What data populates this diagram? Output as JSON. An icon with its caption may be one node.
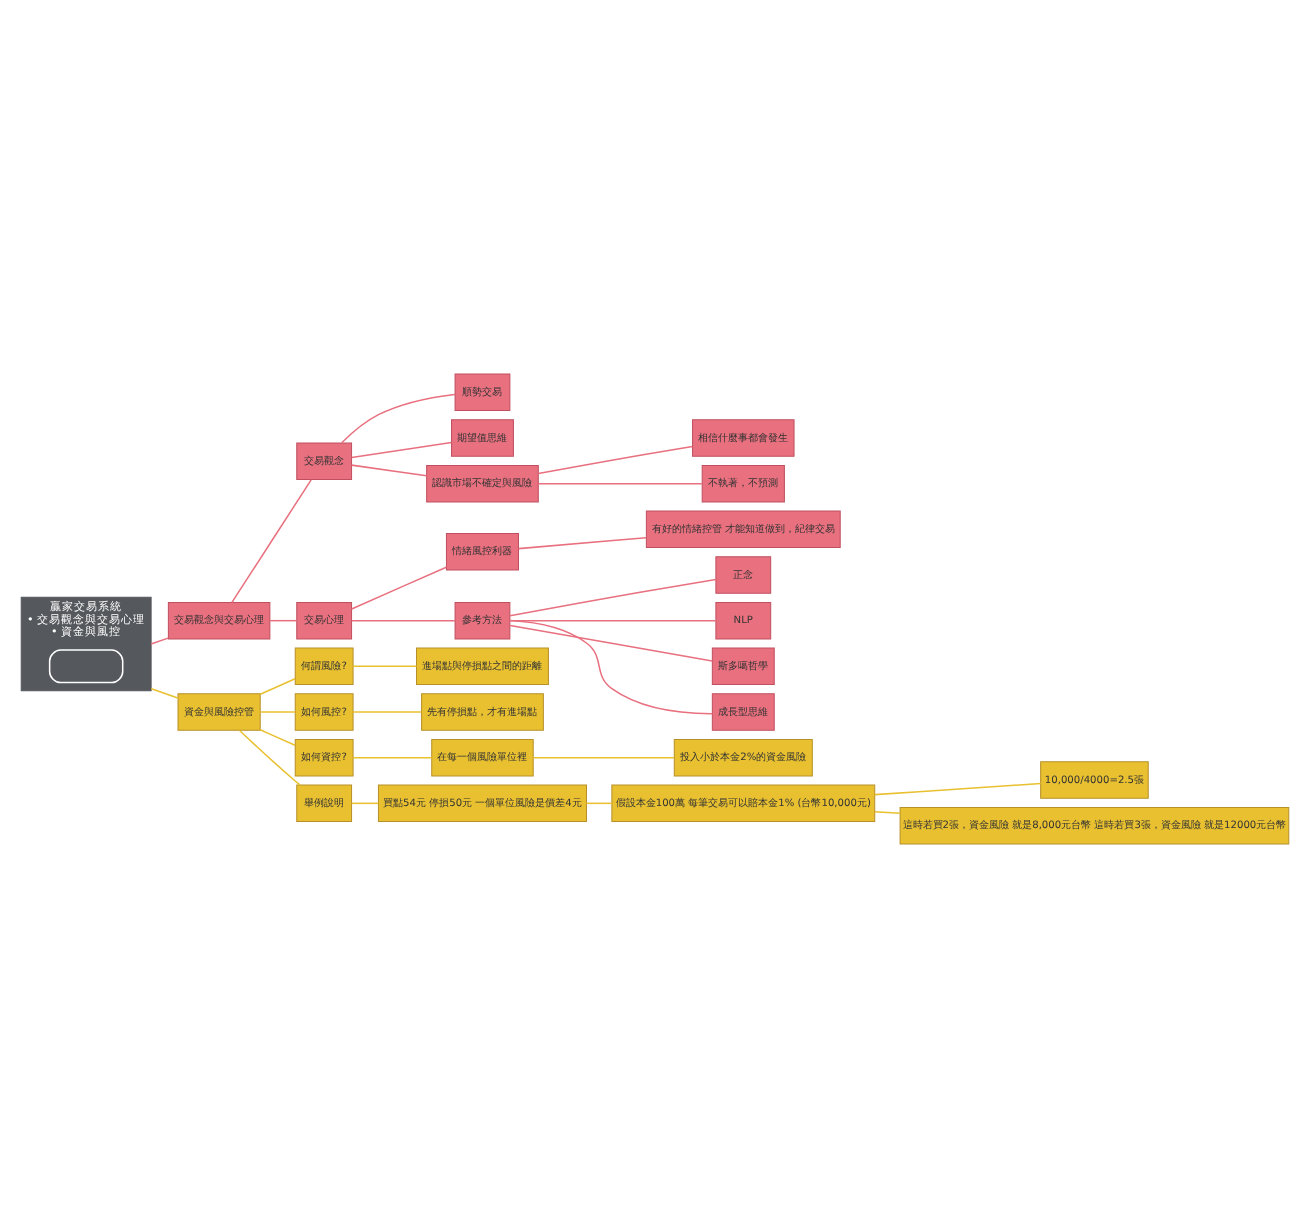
{
  "diagram": {
    "nodes": [
      {
        "text": [
          "贏家交易系統",
          "• 交易觀念與交易心理",
          "• 資金與風控"
        ]
      },
      {
        "text": [],
        "shape": "box",
        "in": 0
      },
      {
        "text": [
          "交易觀念與交易心理"
        ]
      },
      {
        "text": [
          "交易觀念"
        ]
      },
      {
        "text": [
          "順勢交易"
        ]
      },
      {
        "text": [
          "期望值思維"
        ]
      },
      {
        "text": [
          "認識市場不確定與風險"
        ]
      },
      {
        "text": [
          "相信什麼事都會發生"
        ]
      },
      {
        "text": [
          "不執著，不預測"
        ]
      },
      {
        "text": [
          "交易心理"
        ]
      },
      {
        "text": [
          "情緒風控利器"
        ]
      },
      {
        "text": [
          "有好的情緒控管 才能知道做到，紀律交易"
        ]
      },
      {
        "text": [
          "參考方法"
        ]
      },
      {
        "text": [
          "正念"
        ]
      },
      {
        "text": [
          "NLP"
        ]
      },
      {
        "text": [
          "斯多噶哲學"
        ]
      },
      {
        "text": [
          "成長型思維"
        ]
      },
      {
        "text": [
          "資金與風險控管"
        ]
      },
      {
        "text": [
          "何謂風險?"
        ]
      },
      {
        "text": [
          "進場點與停損點之間的距離"
        ]
      },
      {
        "text": [
          "如何風控?"
        ]
      },
      {
        "text": [
          "先有停損點，才有進場點"
        ]
      },
      {
        "text": [
          "如何資控?"
        ]
      },
      {
        "text": [
          "在每一個風險單位裡"
        ]
      },
      {
        "text": [
          "投入小於本金2%的資金風險"
        ]
      },
      {
        "text": [
          "舉例說明"
        ]
      },
      {
        "text": [
          "買點54元 停損50元 一個單位風險是價差4元"
        ]
      },
      {
        "text": [
          "假設本金100萬 每筆交易可以賠本金1% (台幣10,000元)"
        ]
      },
      {
        "text": [
          "10,000/4000=2.5張"
        ]
      },
      {
        "text": [
          "這時若買2張，資金風險 就是8,000元台幣 這時若買3張，資金風險 就是12000元台幣"
        ]
      }
    ],
    "edges": [
      {
        "from": 0,
        "to": 2,
        "arrow": "none"
      },
      {
        "from": 2,
        "to": 3,
        "arrow": "none"
      },
      {
        "from": 3,
        "to": 4,
        "arrow": "none"
      },
      {
        "from": 3,
        "to": 5,
        "arrow": "none"
      },
      {
        "from": 3,
        "to": 6,
        "arrow": "none"
      },
      {
        "from": 6,
        "to": 7,
        "arrow": "none"
      },
      {
        "from": 6,
        "to": 8,
        "arrow": "none"
      },
      {
        "from": 2,
        "to": 9,
        "arrow": "none"
      },
      {
        "from": 9,
        "to": 10,
        "arrow": "none"
      },
      {
        "from": 10,
        "to": 11,
        "arrow": "none"
      },
      {
        "from": 9,
        "to": 12,
        "arrow": "none"
      },
      {
        "from": 12,
        "to": 13,
        "arrow": "none"
      },
      {
        "from": 12,
        "to": 14,
        "arrow": "none"
      },
      {
        "from": 12,
        "to": 15,
        "arrow": "none"
      },
      {
        "from": 12,
        "to": 16,
        "arrow": "none"
      },
      {
        "from": 0,
        "to": 17,
        "arrow": "none",
        "color": "#e8c030"
      },
      {
        "from": 17,
        "to": 18,
        "arrow": "none",
        "color": "#e8c030"
      },
      {
        "from": 18,
        "to": 19,
        "arrow": "none",
        "color": "#e8c030"
      },
      {
        "from": 17,
        "to": 20,
        "arrow": "none",
        "color": "#e8c030"
      },
      {
        "from": 20,
        "to": 21,
        "arrow": "none",
        "color": "#e8c030"
      },
      {
        "from": 17,
        "to": 22,
        "arrow": "none",
        "color": "#e8c030"
      },
      {
        "from": 22,
        "to": 23,
        "arrow": "none",
        "color": "#e8c030"
      },
      {
        "from": 23,
        "to": 24,
        "arrow": "none",
        "color": "#e8c030"
      },
      {
        "from": 17,
        "to": 25,
        "arrow": "none",
        "color": "#e8c030"
      },
      {
        "from": 25,
        "to": 26,
        "arrow": "none",
        "color": "#e8c030"
      },
      {
        "from": 26,
        "to": 27,
        "arrow": "none",
        "color": "#e8c030"
      },
      {
        "from": 27,
        "to": 28,
        "arrow": "none",
        "color": "#e8c030"
      },
      {
        "from": 27,
        "to": 29,
        "arrow": "none",
        "color": "#e8c030"
      }
    ]
  }
}
